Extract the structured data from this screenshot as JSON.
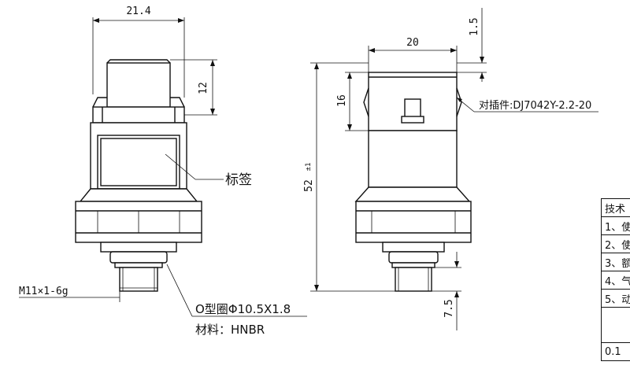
{
  "dimensions": {
    "width_top": "21.4",
    "height_connector_left": "12",
    "width_right": "20",
    "offset_top_right": "1.5",
    "height_connector_right": "16",
    "overall_length": "52",
    "overall_tolerance": "±1",
    "thread_length": "7.5"
  },
  "labels": {
    "mating_connector": "对插件:DJ7042Y-2.2-20",
    "label_tag": "标签",
    "thread": "M11×1-6g",
    "oring": "O型圈Φ10.5X1.8",
    "material": "材料：HNBR"
  },
  "spec_table": {
    "header": "技术",
    "rows": [
      "1、使",
      "2、使",
      "3、额",
      "4、气",
      "5、动",
      "",
      "0.1"
    ]
  }
}
